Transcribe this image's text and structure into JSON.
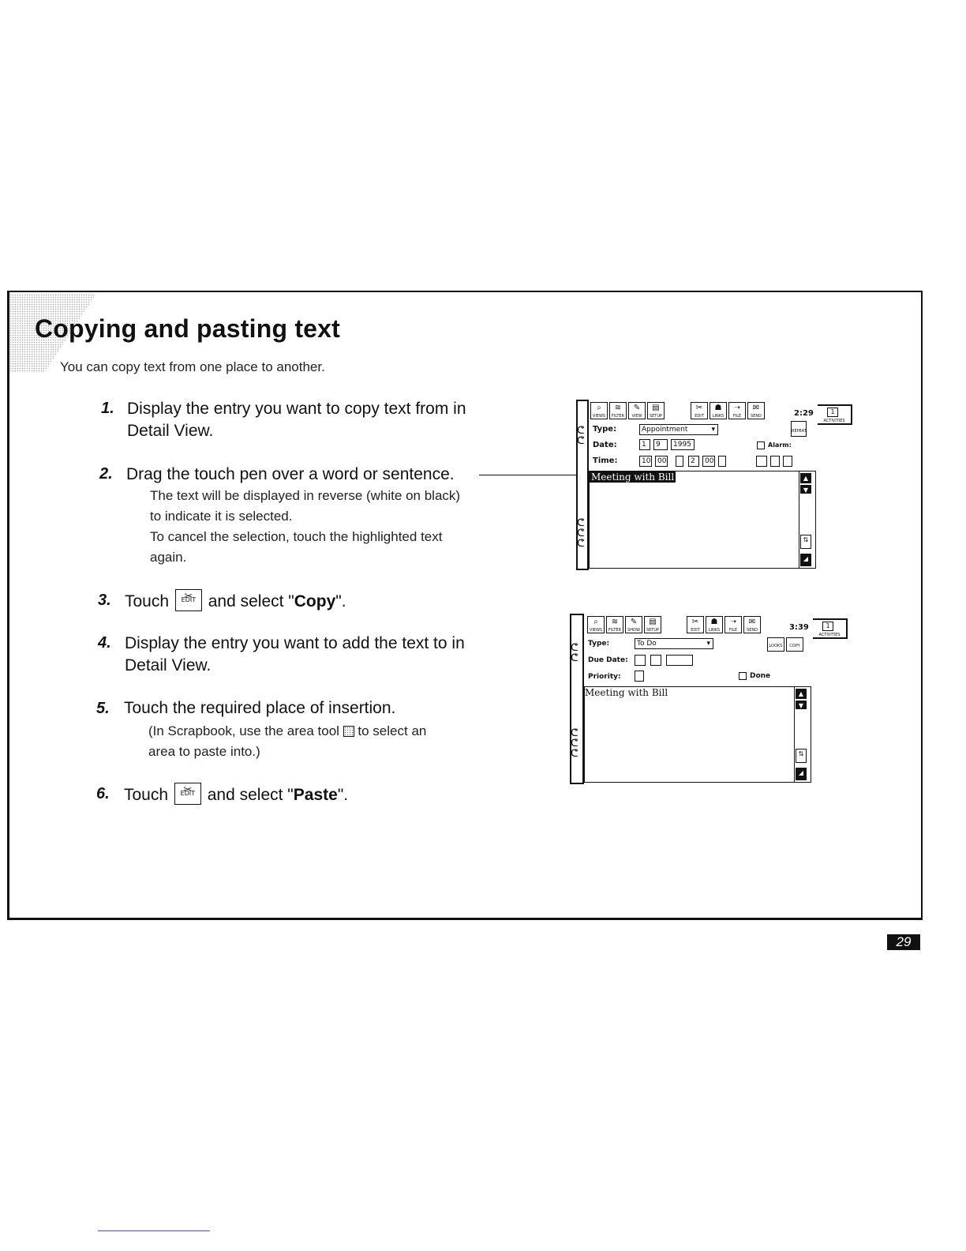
{
  "header": {
    "title": "Copying and pasting text",
    "subtitle": "You can copy text from one place to another."
  },
  "steps": [
    {
      "num": "1.",
      "text_a": "Display the entry you want to copy text from in",
      "text_b": "Detail View."
    },
    {
      "num": "2.",
      "text_a": "Drag the touch pen over a word or sentence.",
      "notes": [
        "The text will be displayed in reverse (white on black)",
        "to indicate it is selected.",
        "To cancel the selection, touch the highlighted text",
        "again."
      ]
    },
    {
      "num": "3.",
      "pre": "Touch",
      "post": "and select \"",
      "bold": "Copy",
      "end": "\"."
    },
    {
      "num": "4.",
      "text_a": "Display the entry you want to add the text to in",
      "text_b": "Detail View."
    },
    {
      "num": "5.",
      "text_a": "Touch the required place of insertion.",
      "note_a": "(In Scrapbook, use the area tool",
      "note_b": "to select an",
      "note_c": "area to paste into.)"
    },
    {
      "num": "6.",
      "pre": "Touch",
      "post": "and select \"",
      "bold": "Paste",
      "end": "\"."
    }
  ],
  "edit_button": {
    "label": "EDIT",
    "icon": "scissors-icon"
  },
  "screen1": {
    "toolbar": [
      "VIEWS",
      "FILTER",
      "VIEW",
      "SETUP",
      "EDIT",
      "LINKS",
      "FILE",
      "SEND"
    ],
    "clock": "2:29",
    "activities": "ACTIVITIES",
    "type_label": "Type:",
    "type_value": "Appointment",
    "date_label": "Date:",
    "date_month": "1",
    "date_day": "9",
    "date_year": "1995",
    "time_label": "Time:",
    "time_start_h": "10",
    "time_start_m": "00",
    "time_end_h": "2",
    "time_end_m": "00",
    "alarm_label": "Alarm:",
    "repeat_label": "REPEAT",
    "memo_text": "Meeting with Bill"
  },
  "screen2": {
    "toolbar": [
      "VIEWS",
      "FILTER",
      "SHOW",
      "SETUP",
      "EDIT",
      "LINKS",
      "FILE",
      "SEND"
    ],
    "clock": "3:39",
    "activities": "ACTIVITIES",
    "type_label": "Type:",
    "type_value": "To Do",
    "due_label": "Due Date:",
    "priority_label": "Priority:",
    "done_label": "Done",
    "looks_label": "LOOKS",
    "copy_label": "COPY",
    "memo_text": "Meeting with Bill"
  },
  "page_number": "29"
}
